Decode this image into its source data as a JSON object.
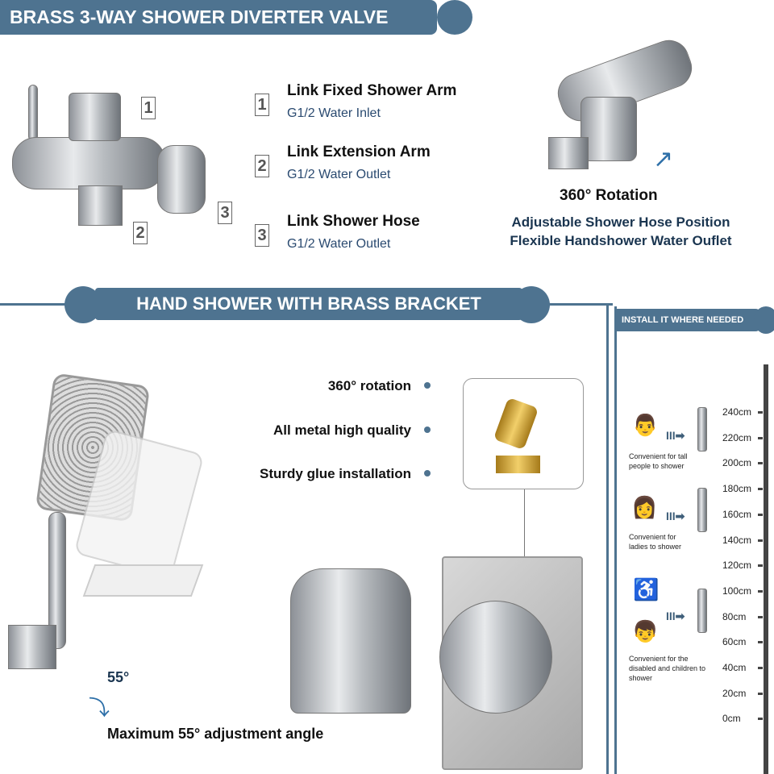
{
  "section1": {
    "title": "BRASS 3-WAY SHOWER DIVERTER VALVE",
    "features": [
      {
        "num": "1",
        "title": "Link Fixed Shower Arm",
        "sub": "G1/2 Water Inlet"
      },
      {
        "num": "2",
        "title": "Link Extension Arm",
        "sub": "G1/2 Water Outlet"
      },
      {
        "num": "3",
        "title": "Link Shower Hose",
        "sub": "G1/2 Water Outlet"
      }
    ],
    "callouts": [
      "1",
      "2",
      "3"
    ],
    "rotation_title": "360° Rotation",
    "rotation_lines": [
      "Adjustable Shower Hose Position",
      "Flexible Handshower Water Ouflet"
    ]
  },
  "section2": {
    "title": "HAND SHOWER WITH BRASS BRACKET",
    "bullets": [
      "360° rotation",
      "All metal high quality",
      "Sturdy glue installation"
    ],
    "angle_label": "55°",
    "caption": "Maximum 55° adjustment angle"
  },
  "section3": {
    "title": "INSTALL IT WHERE NEEDED",
    "ticks": [
      "240cm",
      "220cm",
      "200cm",
      "180cm",
      "160cm",
      "140cm",
      "120cm",
      "100cm",
      "80cm",
      "60cm",
      "40cm",
      "20cm",
      "0cm"
    ],
    "notes": [
      "Convenient for tall people to shower",
      "Convenient for ladies to shower",
      "Convenient for the disabled and children to shower"
    ],
    "arrow": "III➡"
  },
  "colors": {
    "accent": "#4e7390"
  }
}
